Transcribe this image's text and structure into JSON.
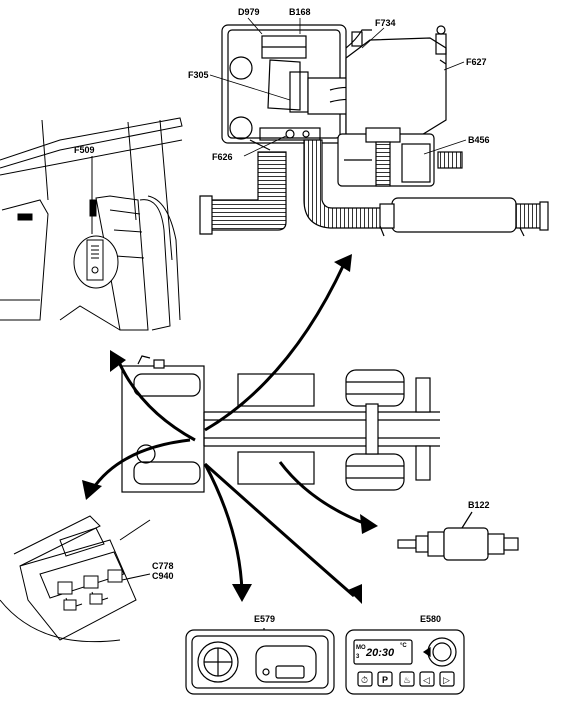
{
  "labels": {
    "d979": "D979",
    "b168": "B168",
    "f734": "F734",
    "f305": "F305",
    "f627": "F627",
    "f626": "F626",
    "b456": "B456",
    "f509": "F509",
    "b122": "B122",
    "c778": "C778",
    "c940": "C940",
    "e579": "E579",
    "e580": "E580"
  },
  "timer_display": {
    "time": "20:30",
    "mo": "MO",
    "digit": "3",
    "unit": "°C"
  }
}
